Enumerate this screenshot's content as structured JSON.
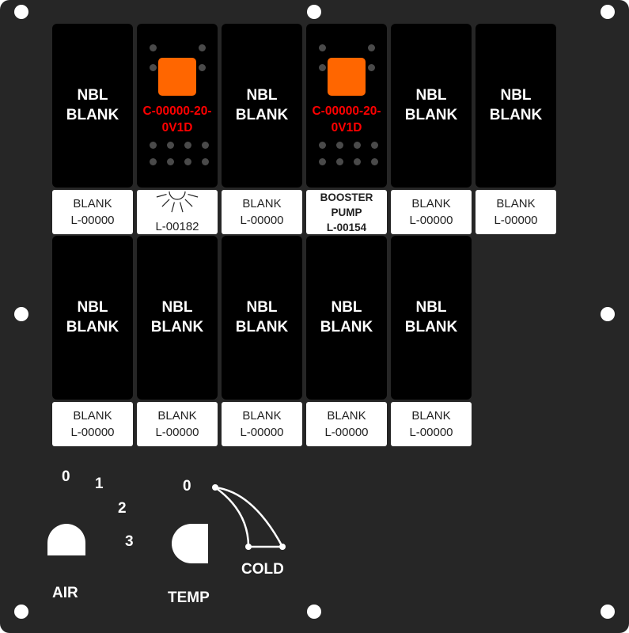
{
  "panel": {
    "background": "#262626",
    "hole_color": "#ffffff"
  },
  "switches": [
    {
      "type": "blank",
      "cap": [
        "NBL",
        "BLANK"
      ],
      "legend": [
        "BLANK",
        "L-00000"
      ]
    },
    {
      "type": "lamp",
      "part": [
        "C-00000-20-",
        "0V1D"
      ],
      "legend_icon": "sun-rays-icon",
      "legend": [
        "L-00182"
      ]
    },
    {
      "type": "blank",
      "cap": [
        "NBL",
        "BLANK"
      ],
      "legend": [
        "BLANK",
        "L-00000"
      ]
    },
    {
      "type": "lamp",
      "part": [
        "C-00000-20-",
        "0V1D"
      ],
      "legend": [
        "BOOSTER",
        "PUMP",
        "L-00154"
      ],
      "legend_bold": true
    },
    {
      "type": "blank",
      "cap": [
        "NBL",
        "BLANK"
      ],
      "legend": [
        "BLANK",
        "L-00000"
      ]
    },
    {
      "type": "blank",
      "cap": [
        "NBL",
        "BLANK"
      ],
      "legend": [
        "BLANK",
        "L-00000"
      ]
    },
    {
      "type": "blank",
      "cap": [
        "NBL",
        "BLANK"
      ],
      "legend": [
        "BLANK",
        "L-00000"
      ]
    },
    {
      "type": "blank",
      "cap": [
        "NBL",
        "BLANK"
      ],
      "legend": [
        "BLANK",
        "L-00000"
      ]
    },
    {
      "type": "blank",
      "cap": [
        "NBL",
        "BLANK"
      ],
      "legend": [
        "BLANK",
        "L-00000"
      ]
    },
    {
      "type": "blank",
      "cap": [
        "NBL",
        "BLANK"
      ],
      "legend": [
        "BLANK",
        "L-00000"
      ]
    },
    {
      "type": "blank",
      "cap": [
        "NBL",
        "BLANK"
      ],
      "legend": [
        "BLANK",
        "L-00000"
      ]
    }
  ],
  "colors": {
    "lamp": "#ff6600",
    "part_number": "#ff0000",
    "cap_text": "#ffffff"
  },
  "air_knob": {
    "label": "AIR",
    "positions": [
      "0",
      "1",
      "2",
      "3"
    ]
  },
  "temp_knob": {
    "label": "TEMP",
    "zero": "0",
    "cold": "COLD"
  }
}
